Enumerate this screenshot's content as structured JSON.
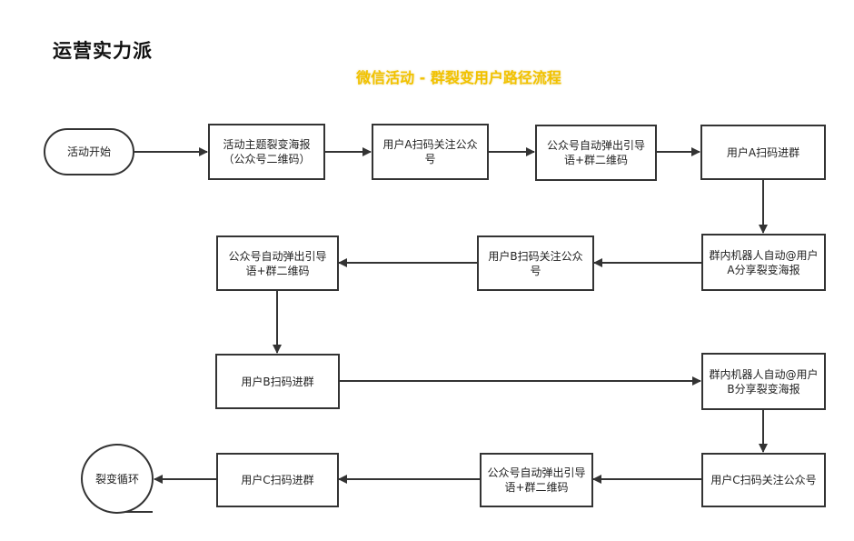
{
  "brand": "运营实力派",
  "title": "微信活动 - 群裂变用户路径流程",
  "colors": {
    "title": "#f2c200",
    "stroke": "#333333"
  },
  "nodes": {
    "start": "活动开始",
    "poster": "活动主题裂变海报（公众号二维码）",
    "a_follow": "用户A扫码关注公众号",
    "a_popup": "公众号自动弹出引导语+群二维码",
    "a_join": "用户A扫码进群",
    "a_bot": "群内机器人自动@用户A分享裂变海报",
    "b_follow": "用户B扫码关注公众号",
    "b_popup": "公众号自动弹出引导语+群二维码",
    "b_join": "用户B扫码进群",
    "b_bot": "群内机器人自动@用户B分享裂变海报",
    "c_follow": "用户C扫码关注公众号",
    "c_popup": "公众号自动弹出引导语+群二维码",
    "c_join": "用户C扫码进群",
    "end": "裂变循环"
  }
}
